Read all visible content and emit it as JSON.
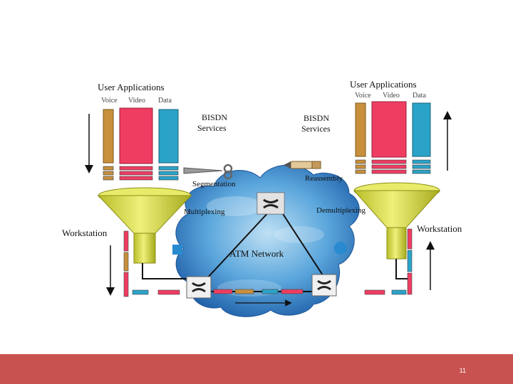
{
  "labels": {
    "user_apps_left": "User Applications",
    "user_apps_right": "User Applications",
    "voice_left": "Voice",
    "video_left": "Video",
    "data_left": "Data",
    "voice_right": "Voice",
    "video_right": "Video",
    "data_right": "Data",
    "bisdn_left_line1": "BISDN",
    "bisdn_left_line2": "Services",
    "bisdn_right_line1": "BISDN",
    "bisdn_right_line2": "Services",
    "segmentation": "Segmentation",
    "reassembly": "Reassembly",
    "multiplexing": "Multiplexing",
    "demultiplexing": "Demultiplexing",
    "workstation_left": "Workstation",
    "workstation_right": "Workstation",
    "atm_network": "ATM Network"
  },
  "colors": {
    "voice": "#c8903c",
    "video": "#ef3d62",
    "data": "#2ba3c8",
    "funnel": "#dde052",
    "cloud": "#2a7bc4",
    "footer": "#c8524f"
  },
  "icons": {
    "scissors": "scissors-icon",
    "pen": "pen-icon",
    "switch": "atm-switch-icon"
  },
  "footer": {
    "page_number": "11"
  }
}
